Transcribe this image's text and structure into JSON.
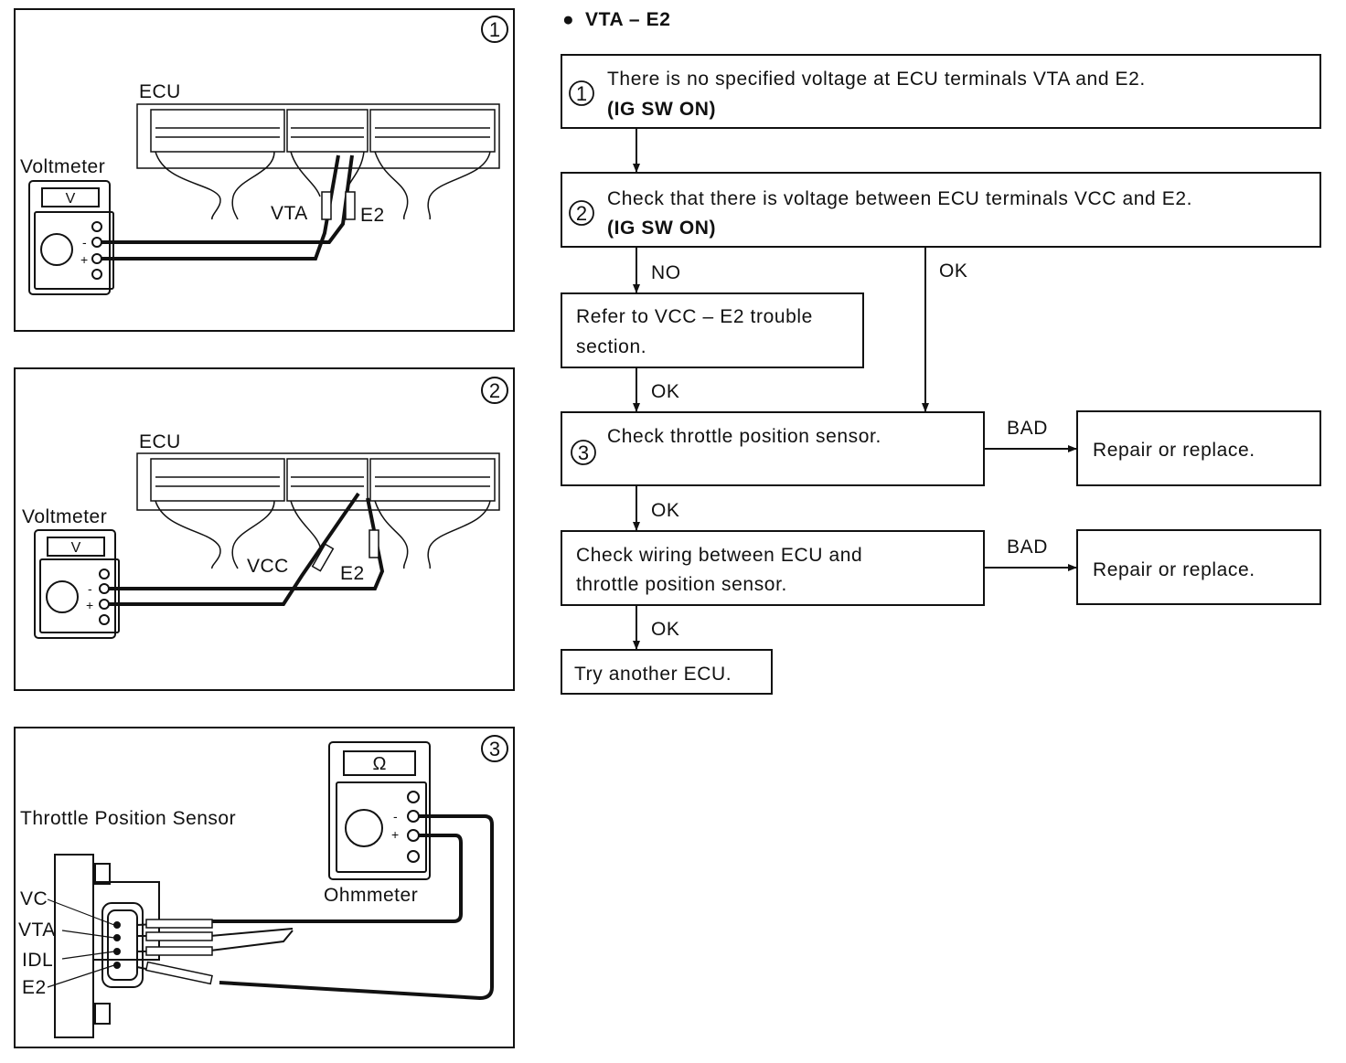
{
  "heading": {
    "bullet": "●",
    "title": "VTA – E2"
  },
  "figures": {
    "fig1": {
      "number": "1",
      "ecu_label": "ECU",
      "meter_label": "Voltmeter",
      "meter_display": "V",
      "probe_a": "VTA",
      "probe_b": "E2",
      "minus": "-",
      "plus": "+"
    },
    "fig2": {
      "number": "2",
      "ecu_label": "ECU",
      "meter_label": "Voltmeter",
      "meter_display": "V",
      "probe_a": "VCC",
      "probe_b": "E2",
      "minus": "-",
      "plus": "+"
    },
    "fig3": {
      "number": "3",
      "sensor_label": "Throttle Position Sensor",
      "meter_label": "Ohmmeter",
      "meter_display": "Ω",
      "minus": "-",
      "plus": "+",
      "pins": [
        "VC",
        "VTA",
        "IDL",
        "E2"
      ]
    }
  },
  "flow": {
    "step1": {
      "num": "1",
      "line1": "There is no specified voltage at ECU terminals VTA and E2.",
      "line2": "(IG SW ON)"
    },
    "step2": {
      "num": "2",
      "line1": "Check that there is voltage between ECU terminals VCC and E2.",
      "line2": "(IG SW ON)"
    },
    "refer": {
      "line1": "Refer to VCC – E2 trouble",
      "line2": "section."
    },
    "step3": {
      "num": "3",
      "line1": "Check throttle position sensor."
    },
    "wiring": {
      "line1": "Check wiring between ECU and",
      "line2": "throttle position sensor."
    },
    "repair1": "Repair or replace.",
    "repair2": "Repair or replace.",
    "final": "Try another ECU.",
    "labels": {
      "no": "NO",
      "ok_a": "OK",
      "ok_b": "OK",
      "ok_c": "OK",
      "ok_d": "OK",
      "bad_a": "BAD",
      "bad_b": "BAD"
    }
  }
}
